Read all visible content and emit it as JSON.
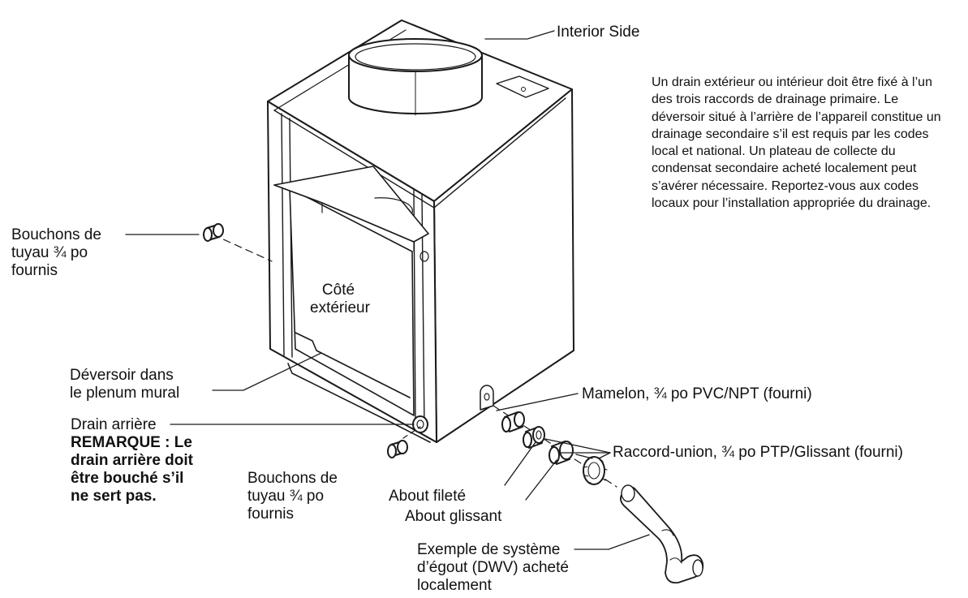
{
  "labels": {
    "interior_side": "Interior Side",
    "plugs_left": "Bouchons de\ntuyau ¾ po\nfournis",
    "exterior_side": "Côté\nextérieur",
    "weir": "Déversoir dans\nle plenum mural",
    "rear_drain": "Drain arrière",
    "rear_drain_note": "REMARQUE : Le\ndrain arrière doit\nêtre bouché s’il\nne sert pas.",
    "plugs_bottom": "Bouchons de\ntuyau ¾ po\nfournis",
    "nipple": "Mamelon, ¾ po PVC/NPT (fourni)",
    "union": "Raccord-union, ¾ po PTP/Glissant (fourni)",
    "threaded_end": "About fileté",
    "slip_end": "About glissant",
    "dwv_example": "Exemple de système\nd’égout (DWV) acheté\nlocalement"
  },
  "instructions": "Un drain extérieur ou intérieur doit être fixé à l’un des trois raccords de drainage primaire. Le déversoir situé à l’arrière de l’appareil constitue un drainage secondaire s’il est requis par les codes local et national. Un plateau de collecte du condensat secondaire acheté localement peut s’avérer nécessaire. Reportez-vous aux codes locaux pour l’installation appropriée du drainage."
}
